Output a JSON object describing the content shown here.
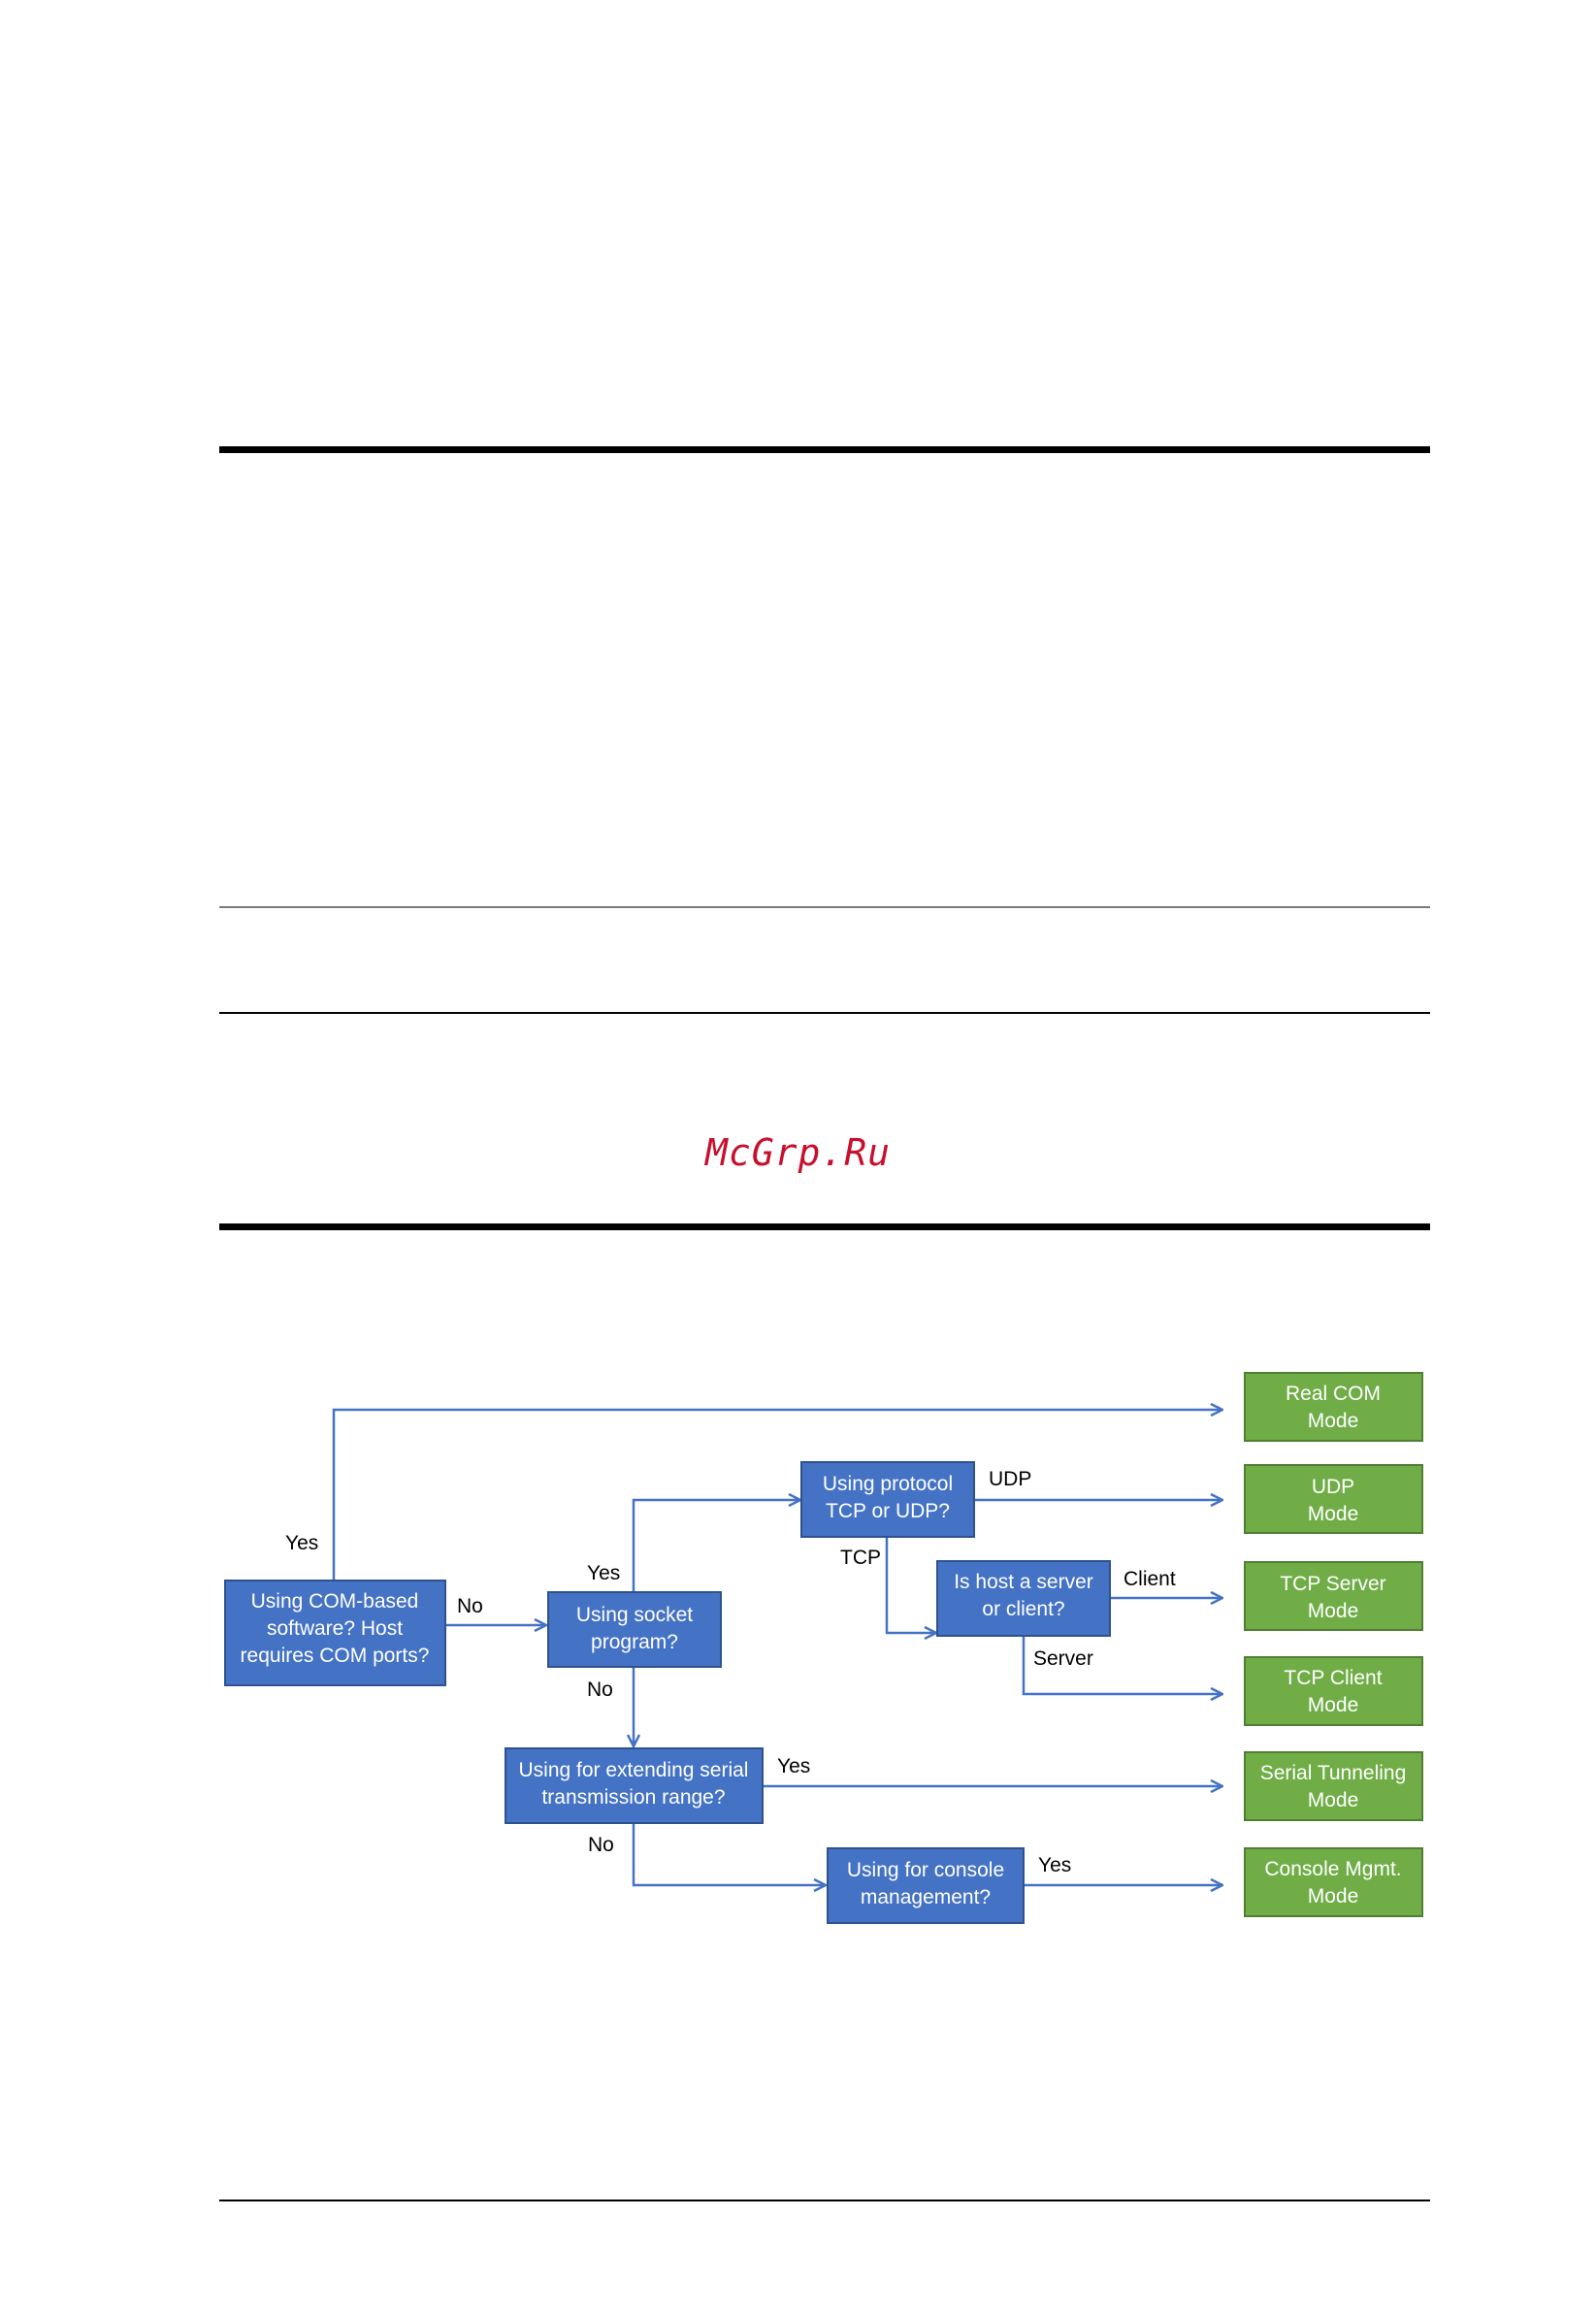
{
  "watermark": "McGrp.Ru",
  "flowchart": {
    "decisions": {
      "com_based": [
        "Using COM-based",
        "software?  Host",
        "requires COM ports?"
      ],
      "socket": [
        "Using socket",
        "program?"
      ],
      "protocol": [
        "Using protocol",
        "TCP or UDP?"
      ],
      "host_role": [
        "Is host a server",
        "or client?"
      ],
      "extending": [
        "Using for extending serial",
        "transmission range?"
      ],
      "console": [
        "Using for console",
        "management?"
      ]
    },
    "outcomes": {
      "real_com": [
        "Real COM",
        "Mode"
      ],
      "udp": [
        "UDP",
        "Mode"
      ],
      "tcp_server": [
        "TCP Server",
        "Mode"
      ],
      "tcp_client": [
        "TCP Client",
        "Mode"
      ],
      "serial_tunneling": [
        "Serial Tunneling",
        "Mode"
      ],
      "console_mgmt": [
        "Console Mgmt.",
        "Mode"
      ]
    },
    "edges": {
      "com_yes": "Yes",
      "com_no": "No",
      "socket_yes": "Yes",
      "socket_no": "No",
      "protocol_udp": "UDP",
      "protocol_tcp": "TCP",
      "host_client": "Client",
      "host_server": "Server",
      "extending_yes": "Yes",
      "extending_no": "No",
      "console_yes": "Yes"
    },
    "colors": {
      "decision": "#4472c4",
      "outcome": "#70ad47",
      "connector": "#4472c4"
    }
  }
}
